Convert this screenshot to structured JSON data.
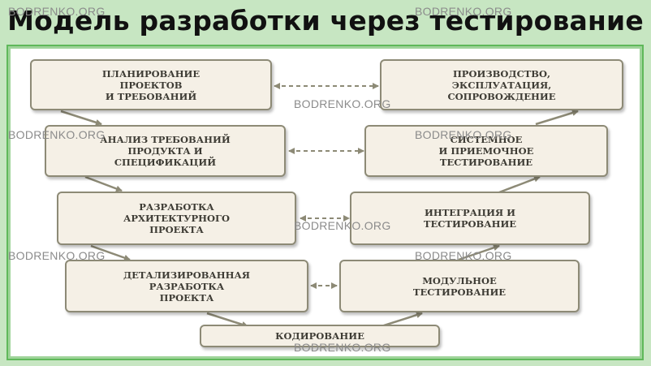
{
  "title": "Модель разработки через тестирование",
  "watermark": "BODRENKO.ORG",
  "left_boxes": [
    "ПЛАНИРОВАНИЕ\nПРОЕКТОВ\nИ ТРЕБОВАНИЙ",
    "АНАЛИЗ ТРЕБОВАНИЙ\nПРОДУКТА И\nСПЕЦИФИКАЦИЙ",
    "РАЗРАБОТКА\nАРХИТЕКТУРНОГО\nПРОЕКТА",
    "ДЕТАЛИЗИРОВАННАЯ\nРАЗРАБОТКА\nПРОЕКТА"
  ],
  "right_boxes": [
    "ПРОИЗВОДСТВО,\nЭКСПЛУАТАЦИЯ,\nСОПРОВОЖДЕНИЕ",
    "СИСТЕМНОЕ\nИ ПРИЕМОЧНОЕ\nТЕСТИРОВАНИЕ",
    "ИНТЕГРАЦИЯ И\nТЕСТИРОВАНИЕ",
    "МОДУЛЬНОЕ\nТЕСТИРОВАНИЕ"
  ],
  "bottom_box": "КОДИРОВАНИЕ",
  "colors": {
    "background": "#c7e6c2",
    "panel_border": "#5fb85a",
    "box_fill": "#f5f0e6",
    "box_border": "#8d8a76",
    "arrow": "#8d8a76"
  }
}
